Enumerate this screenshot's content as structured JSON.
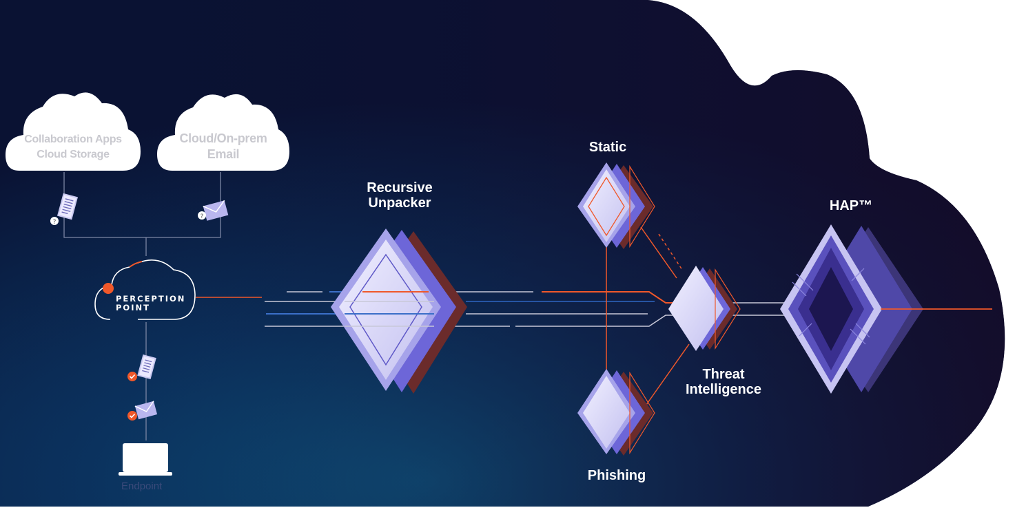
{
  "clouds": {
    "collab_line1": "Collaboration Apps",
    "collab_line2": "Cloud Storage",
    "email_line1": "Cloud/On-prem",
    "email_line2": "Email"
  },
  "brand": {
    "line1": "PERCEPTION",
    "line2": "POINT"
  },
  "endpoint_label": "Endpoint",
  "engines": {
    "unpacker_line1": "Recursive",
    "unpacker_line2": "Unpacker",
    "static": "Static",
    "phishing": "Phishing",
    "threat_line1": "Threat",
    "threat_line2": "Intelligence",
    "hap": "HAP™"
  },
  "colors": {
    "accent": "#f0582a",
    "navy": "#0d1c45",
    "gem_light": "#d9d8f5",
    "gem_mid": "#8a86de",
    "gem_dark": "#4b3fa6",
    "brown": "#6b2b2b"
  }
}
